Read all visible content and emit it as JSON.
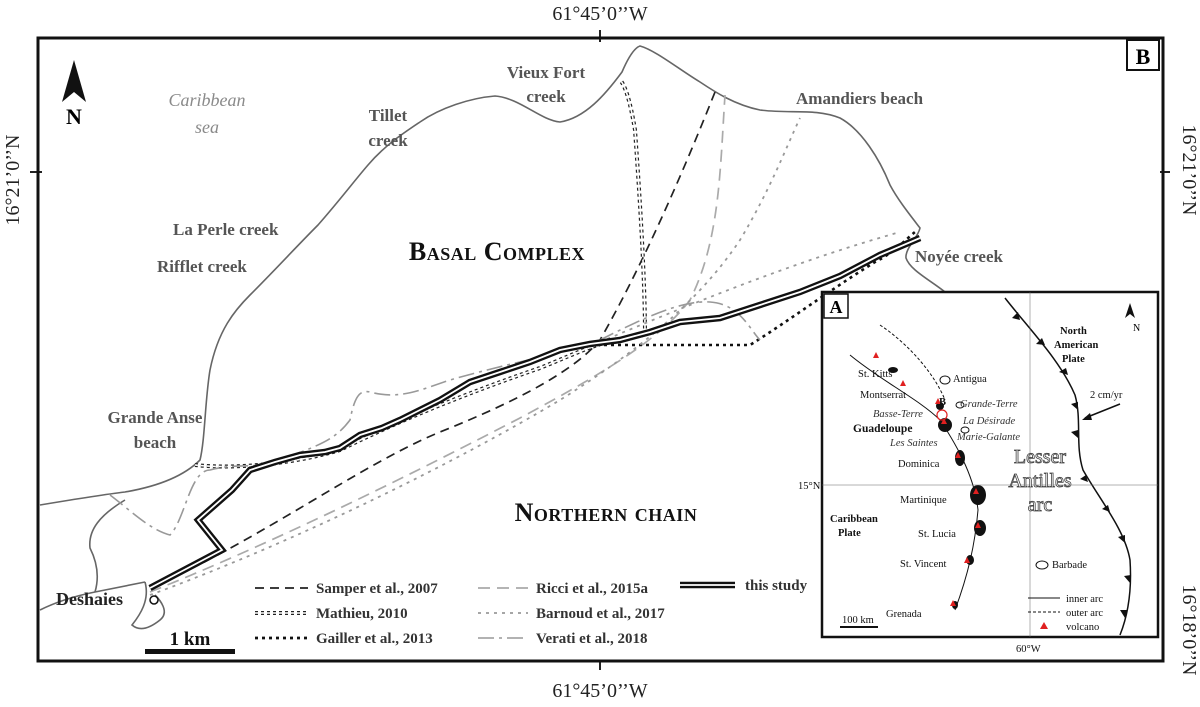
{
  "frame_labels": {
    "panel_b": "B",
    "panel_a": "A",
    "north": "N"
  },
  "coordinates": {
    "lon_top": "61°45’0’’W",
    "lon_bottom": "61°45’0’’W",
    "lat_left": "16°21’0’’N",
    "lat_right_top": "16°21’0’’N",
    "lat_right_bottom": "16°18’0’’N"
  },
  "sea_label": {
    "line1": "Caribbean",
    "line2": "sea"
  },
  "places": {
    "vieux_fort_1": "Vieux Fort",
    "vieux_fort_2": "creek",
    "amandiers": "Amandiers beach",
    "tillet_1": "Tillet",
    "tillet_2": "creek",
    "la_perle": "La Perle creek",
    "rifflet": "Rifflet creek",
    "noyee": "Noyée creek",
    "grande_anse_1": "Grande Anse",
    "grande_anse_2": "beach",
    "deshaies": "Deshaies"
  },
  "units": {
    "basal": "Basal Complex",
    "northern": "Northern chain"
  },
  "scale_bar": "1 km",
  "legend": [
    {
      "label": "Samper et al., 2007",
      "style": "dashed-black"
    },
    {
      "label": "Mathieu, 2010",
      "style": "hollow-dash"
    },
    {
      "label": "Gailler et al., 2013",
      "style": "dotted-black"
    },
    {
      "label": "Ricci et al., 2015a",
      "style": "dashed-grey"
    },
    {
      "label": "Barnoud et al., 2017",
      "style": "dotted-grey"
    },
    {
      "label": "Verati et al., 2018",
      "style": "dashdot-grey"
    },
    {
      "label": "this study",
      "style": "double-thick"
    }
  ],
  "inset": {
    "north": "N",
    "north_american_1": "North",
    "north_american_2": "American",
    "north_american_3": "Plate",
    "rate": "2 cm/yr",
    "caribbean_1": "Caribbean",
    "caribbean_2": "Plate",
    "arc_1": "Lesser",
    "arc_2": "Antilles",
    "arc_3": "arc",
    "lat_15": "15°N",
    "lon_60": "60°W",
    "scale": "100 km",
    "b_marker": "B",
    "islands": {
      "st_kitts": "St. Kitts",
      "antigua": "Antigua",
      "montserrat": "Montserrat",
      "grande_terre": "Grande-Terre",
      "basse_terre": "Basse-Terre",
      "la_desirade": "La Désirade",
      "guadeloupe": "Guadeloupe",
      "marie_galante": "Marie-Galante",
      "les_saintes": "Les Saintes",
      "dominica": "Dominica",
      "martinique": "Martinique",
      "st_lucia": "St. Lucia",
      "st_vincent": "St. Vincent",
      "barbade": "Barbade",
      "grenada": "Grenada"
    },
    "legend": {
      "inner": "inner arc",
      "outer": "outer arc",
      "volcano": "volcano"
    }
  }
}
